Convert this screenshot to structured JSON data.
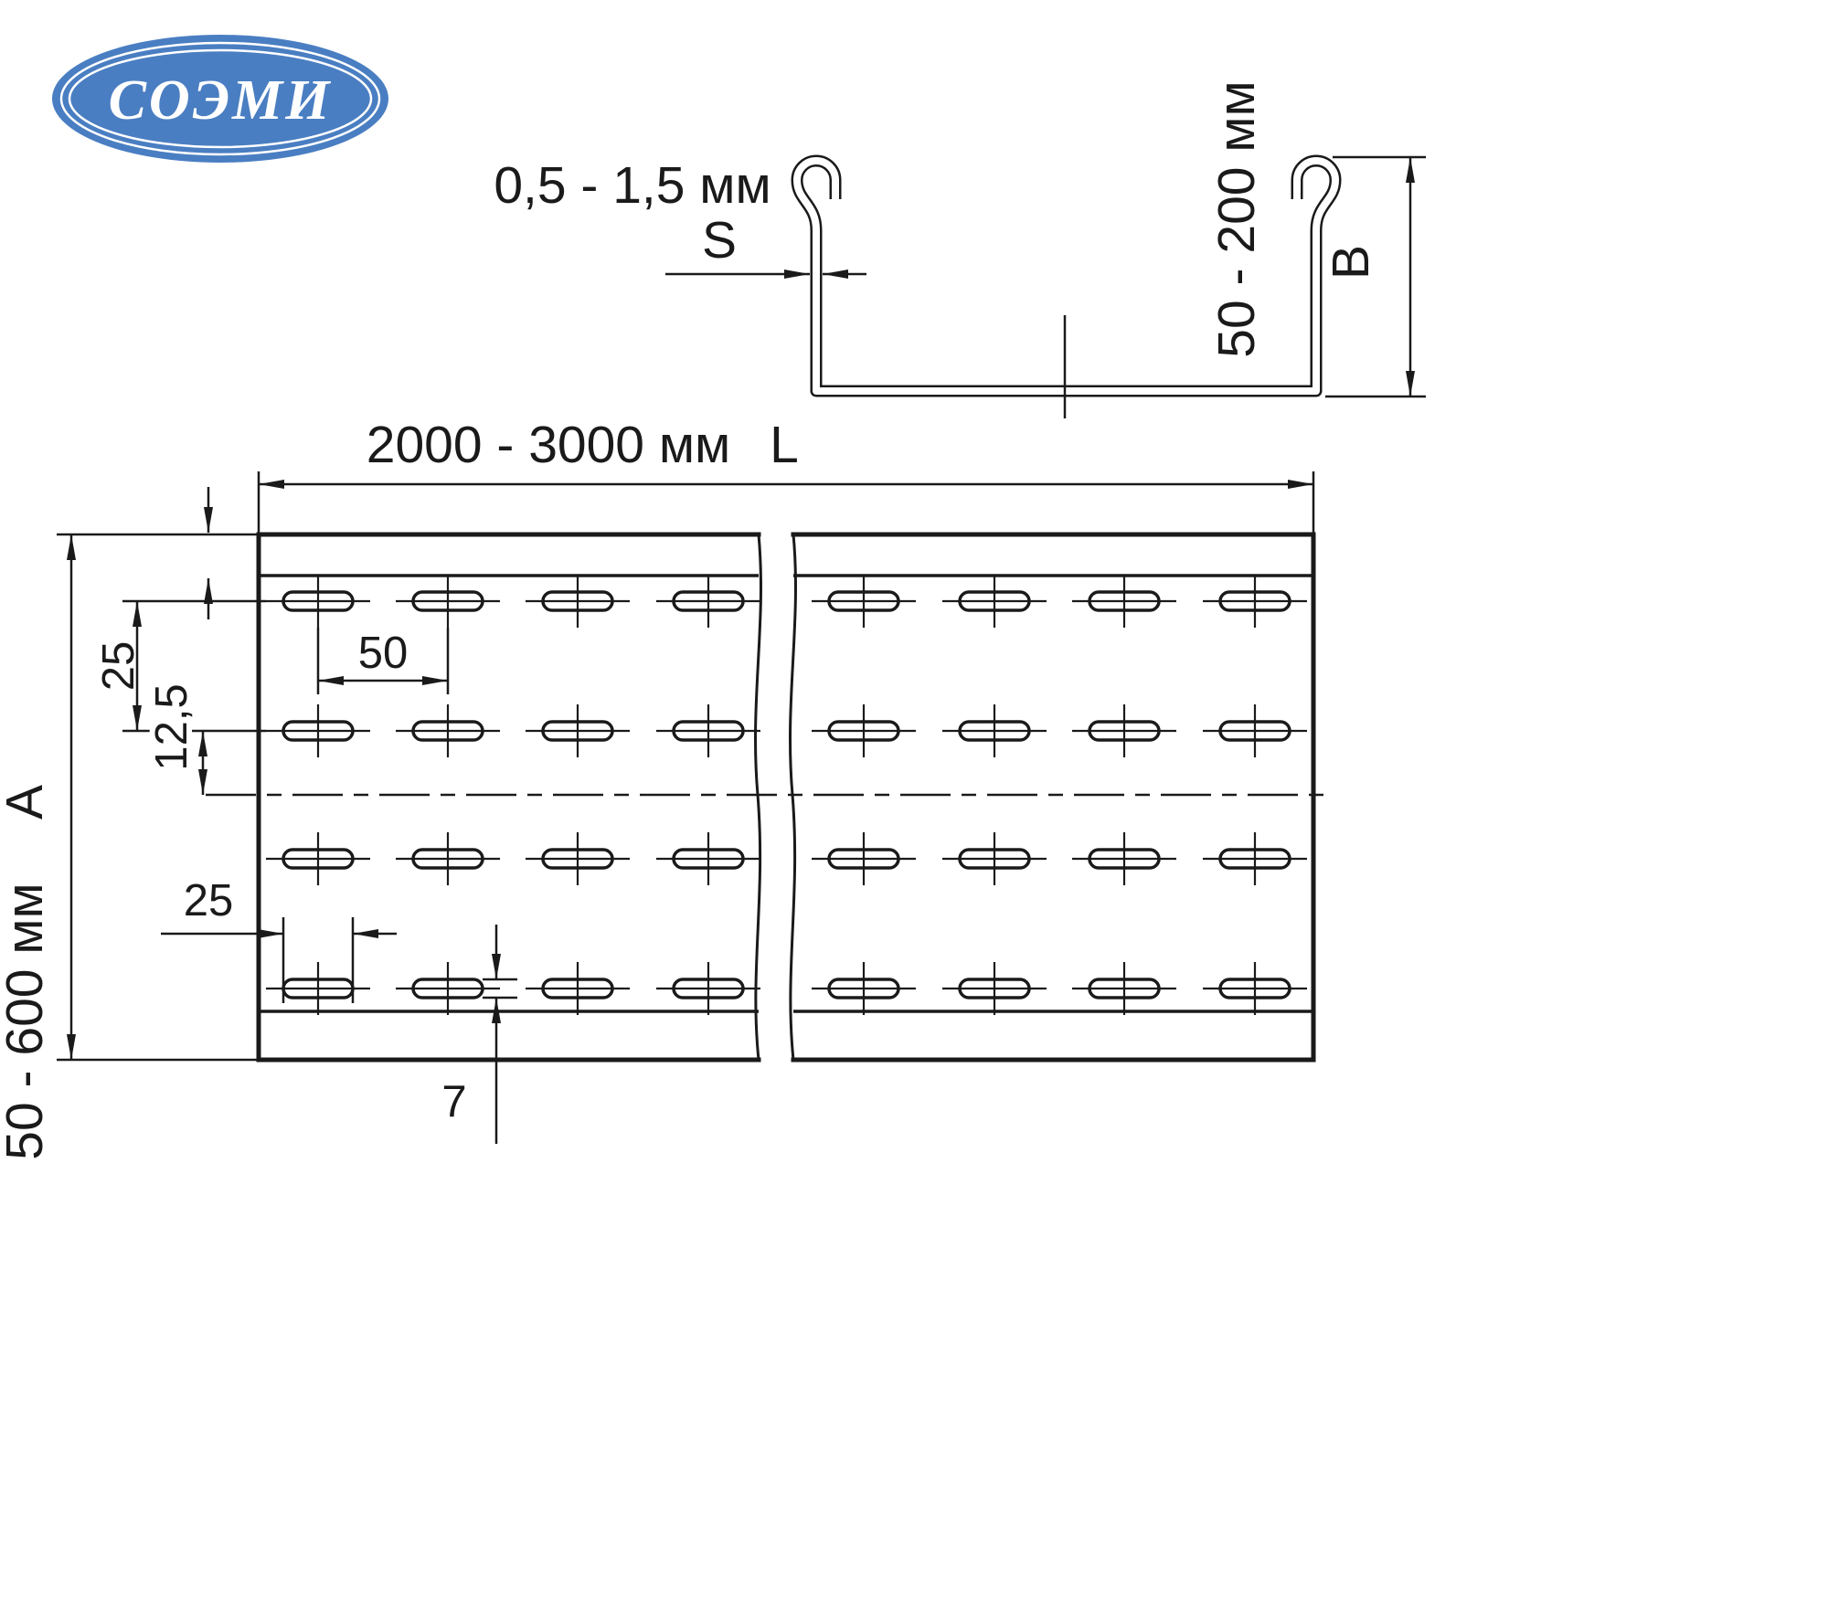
{
  "colors": {
    "line": "#1a1a1a",
    "logo_blue": "#4a7ec2",
    "logo_text": "#ffffff",
    "background": "#ffffff"
  },
  "logo": {
    "text": "СОЭМИ"
  },
  "section_view": {
    "thickness_label": "0,5 - 1,5 мм",
    "thickness_symbol": "S",
    "height_label": "50 - 200 мм",
    "height_symbol": "B"
  },
  "plan_view": {
    "length_label": "2000 - 3000 мм",
    "length_symbol": "L",
    "width_label": "50 - 600 мм",
    "width_symbol": "А",
    "row_pitch_label": "25",
    "row_half_pitch_label": "12,5",
    "column_pitch_label": "50",
    "slot_length_label": "25",
    "slot_width_label": "7",
    "slot_rows": 4,
    "slot_columns_per_segment": 4
  }
}
